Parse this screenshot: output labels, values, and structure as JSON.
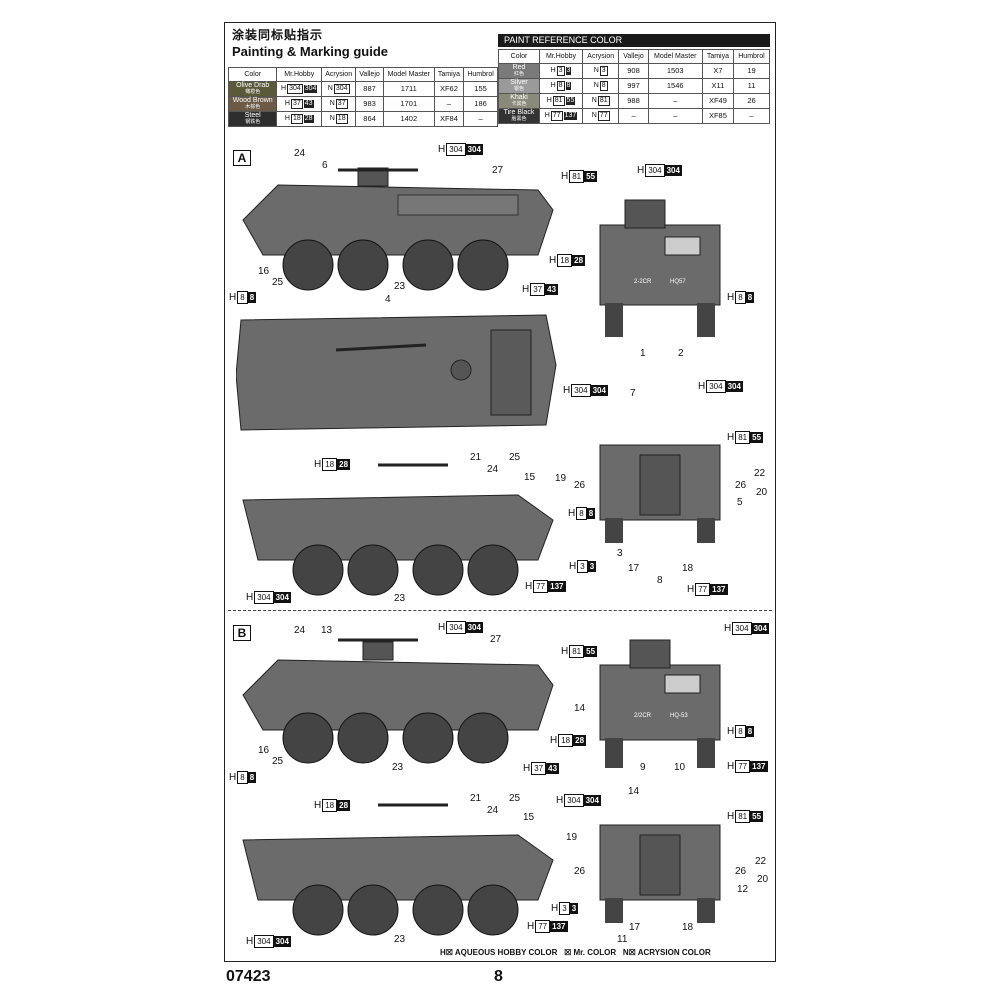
{
  "header": {
    "title_cn": "涂装同标贴指示",
    "title_en": "Painting & Marking guide"
  },
  "paint_reference_title": "PAINT REFERENCE COLOR",
  "paint_columns": [
    "Color",
    "Mr.Hobby",
    "Acrysion",
    "Vallejo",
    "Model Master",
    "Tamiya",
    "Humbrol"
  ],
  "paints_left": [
    {
      "name": "Olive Drab",
      "cn": "橄榄色",
      "swatch": "#5a5a3a",
      "h": "304",
      "hd": "304",
      "n": "304",
      "vallejo": "887",
      "mm": "1711",
      "tamiya": "XF62",
      "humbrol": "155"
    },
    {
      "name": "Wood Brown",
      "cn": "木棕色",
      "swatch": "#6b5a45",
      "h": "37",
      "hd": "43",
      "n": "37",
      "vallejo": "983",
      "mm": "1701",
      "tamiya": "–",
      "humbrol": "186"
    },
    {
      "name": "Steel",
      "cn": "钢铁色",
      "swatch": "#2e2e2e",
      "h": "18",
      "hd": "28",
      "n": "18",
      "vallejo": "864",
      "mm": "1402",
      "tamiya": "XF84",
      "humbrol": "–"
    }
  ],
  "paints_right": [
    {
      "name": "Red",
      "cn": "红色",
      "swatch": "#7a7a7a",
      "h": "3",
      "hd": "3",
      "n": "3",
      "vallejo": "908",
      "mm": "1503",
      "tamiya": "X7",
      "humbrol": "19"
    },
    {
      "name": "Silver",
      "cn": "银色",
      "swatch": "#9a9a9a",
      "h": "8",
      "hd": "8",
      "n": "8",
      "vallejo": "997",
      "mm": "1546",
      "tamiya": "X11",
      "humbrol": "11"
    },
    {
      "name": "Khaki",
      "cn": "卡其色",
      "swatch": "#8a8a7a",
      "h": "81",
      "hd": "55",
      "n": "81",
      "vallejo": "988",
      "mm": "–",
      "tamiya": "XF49",
      "humbrol": "26"
    },
    {
      "name": "Tire Black",
      "cn": "胎黑色",
      "swatch": "#333333",
      "h": "77",
      "hd": "137",
      "n": "77",
      "vallejo": "–",
      "mm": "–",
      "tamiya": "XF85",
      "humbrol": "–"
    }
  ],
  "sections": {
    "a": "A",
    "b": "B"
  },
  "codes": {
    "h304": {
      "h": "H",
      "a": "304",
      "b": "304"
    },
    "h81": {
      "h": "H",
      "a": "81",
      "b": "55"
    },
    "h18": {
      "h": "H",
      "a": "18",
      "b": "28"
    },
    "h37": {
      "h": "H",
      "a": "37",
      "b": "43"
    },
    "h8": {
      "h": "H",
      "a": "8",
      "b": "8"
    },
    "h3": {
      "h": "H",
      "a": "3",
      "b": "3"
    },
    "h77": {
      "h": "H",
      "a": "77",
      "b": "137"
    }
  },
  "plates": {
    "a_front": [
      "2-2CR",
      "HQ57"
    ],
    "b_front": [
      "2/2CR",
      "HQ-53"
    ]
  },
  "callouts_a": {
    "c24": "24",
    "c6": "6",
    "c27": "27",
    "c16": "16",
    "c25": "25",
    "c23": "23",
    "c4": "4",
    "c1": "1",
    "c2": "2",
    "c7": "7",
    "c19": "19",
    "c26": "26",
    "c22": "22",
    "c26b": "26",
    "c20": "20",
    "c5": "5",
    "c3": "3",
    "c17": "17",
    "c8": "8",
    "c18": "18",
    "c21": "21",
    "c24b": "24",
    "c25b": "25",
    "c15": "15",
    "c23b": "23"
  },
  "callouts_b": {
    "c24": "24",
    "c13": "13",
    "c27": "27",
    "c16": "16",
    "c25": "25",
    "c23": "23",
    "c14": "14",
    "c9": "9",
    "c10": "10",
    "c21": "21",
    "c24b": "24",
    "c25b": "25",
    "c15": "15",
    "c23b": "23",
    "c14b": "14",
    "c19": "19",
    "c26": "26",
    "c22": "22",
    "c26b": "26",
    "c20": "20",
    "c12": "12",
    "c17": "17",
    "c18": "18",
    "c11": "11"
  },
  "legend": {
    "aqueous": "H☒ AQUEOUS HOBBY COLOR",
    "mr": "☒ Mr. COLOR",
    "acrysion": "N☒ ACRYSION COLOR"
  },
  "footer": {
    "item": "07423",
    "page": "8"
  }
}
